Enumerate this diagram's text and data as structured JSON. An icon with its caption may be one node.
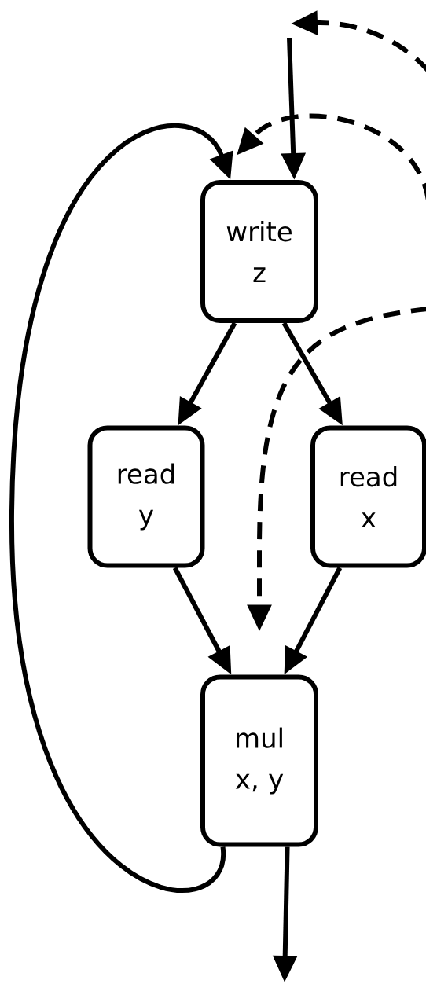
{
  "diagram": {
    "nodes": [
      {
        "text": [
          "write z"
        ]
      },
      {
        "text": [
          "read y"
        ]
      },
      {
        "text": [
          "read x"
        ]
      },
      {
        "text": [
          "mul x, y"
        ]
      }
    ],
    "edges": [
      {
        "from": null,
        "to": 0,
        "arrow": "to"
      },
      {
        "from": 0,
        "to": 1,
        "arrow": "to"
      },
      {
        "from": 0,
        "to": 2,
        "arrow": "to"
      },
      {
        "from": 1,
        "to": 3,
        "arrow": "to"
      },
      {
        "from": 2,
        "to": 3,
        "arrow": "to"
      },
      {
        "from": 3,
        "to": 0,
        "arrow": "to"
      },
      {
        "from": 3,
        "to": null,
        "arrow": "to"
      },
      {
        "from": null,
        "to": 0,
        "arrow": "to",
        "style": "dashed"
      },
      {
        "from": null,
        "to": 3,
        "arrow": "to",
        "style": "dashed"
      }
    ]
  }
}
